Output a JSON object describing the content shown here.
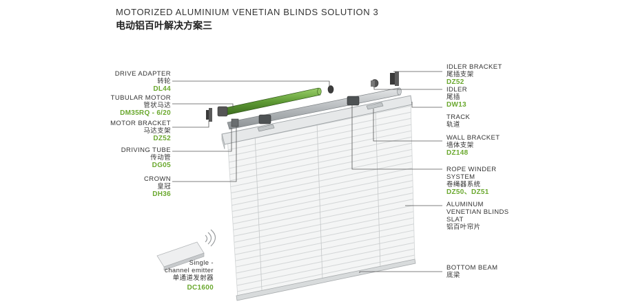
{
  "title": {
    "en": "MOTORIZED ALUMINIUM  VENETIAN BLINDS SOLUTION 3",
    "cn": "电动铝百叶解决方案三"
  },
  "labels_left": [
    {
      "id": "drive-adapter",
      "en": "DRIVE ADAPTER",
      "cn": "转轮",
      "code": "DL44"
    },
    {
      "id": "tubular-motor",
      "en": "TUBULAR MOTOR",
      "cn": "管状马达",
      "code": "DM35RQ - 6/20"
    },
    {
      "id": "motor-bracket",
      "en": "MOTOR BRACKET",
      "cn": "马达支架",
      "code": "DZ52"
    },
    {
      "id": "driving-tube",
      "en": "DRIVING TUBE",
      "cn": "传动管",
      "code": "DG05"
    },
    {
      "id": "crown",
      "en": "CROWN",
      "cn": "皇冠",
      "code": "DH36"
    }
  ],
  "labels_right": [
    {
      "id": "idler-bracket",
      "en": "IDLER BRACKET",
      "cn": "尾插支架",
      "code": "DZ52"
    },
    {
      "id": "idler",
      "en": "IDLER",
      "cn": "尾插",
      "code": "DW13"
    },
    {
      "id": "track",
      "en": "TRACK",
      "cn": "轨道",
      "code": ""
    },
    {
      "id": "wall-bracket",
      "en": "WALL BRACKET",
      "cn": "墙体支架",
      "code": "DZ148"
    },
    {
      "id": "rope-winder",
      "en": "ROPE WINDER",
      "en2": "SYSTEM",
      "cn": "卷绳器系统",
      "code": "DZ50、DZ51"
    },
    {
      "id": "slat",
      "en": "ALUMINUM",
      "en2": "VENETIAN BLINDS",
      "en3": "SLAT",
      "cn": "铝百叶帘片",
      "code": ""
    },
    {
      "id": "bottom-beam",
      "en": "BOTTOM BEAM",
      "cn": "底梁",
      "code": ""
    }
  ],
  "emitter": {
    "en1": "Single -",
    "en2": "channel emitter",
    "cn": "单通道发射器",
    "code": "DC1600"
  },
  "colors": {
    "code_green": "#6aa82e",
    "motor_green": "#5e9a35",
    "metal": "#b8bcbf",
    "line": "#555555"
  }
}
